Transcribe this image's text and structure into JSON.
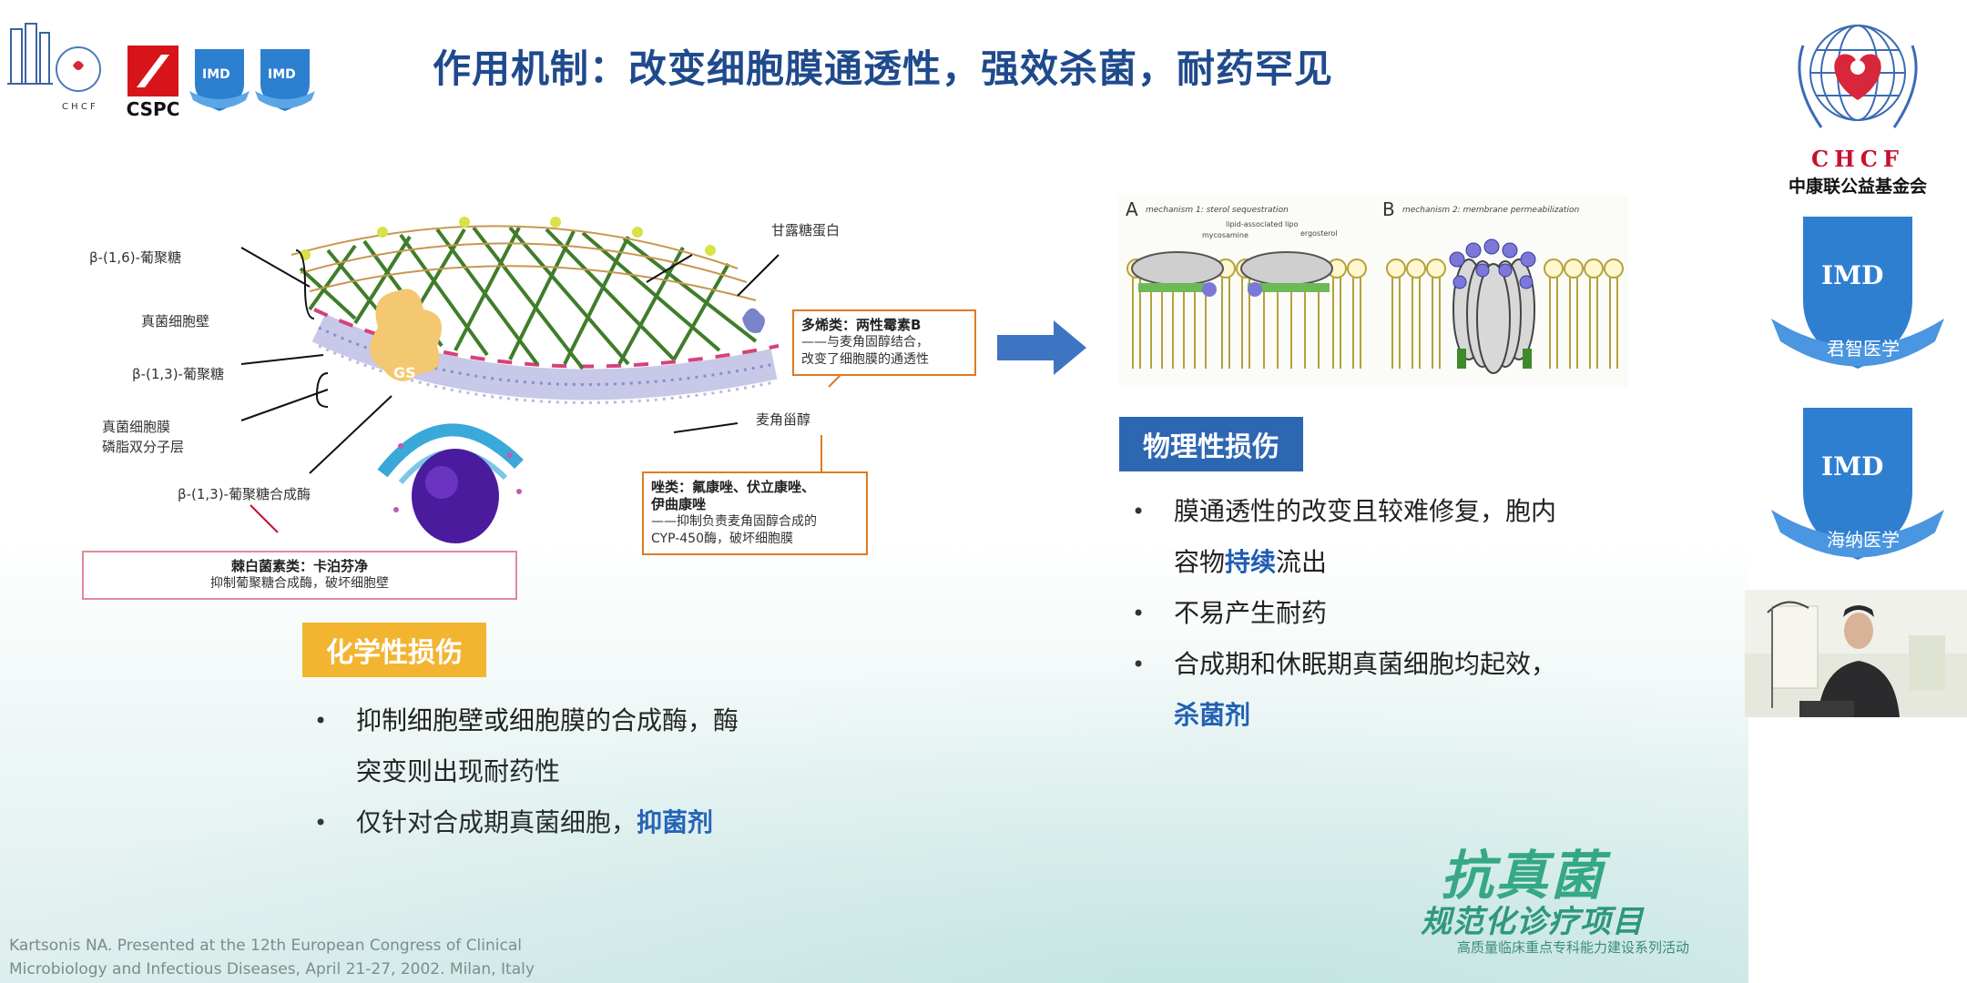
{
  "title": "作用机制：改变细胞膜通透性，强效杀菌，耐药罕见",
  "top_logos": {
    "chcf_small_caption": "C H C F",
    "cspc": "CSPC",
    "imd": "IMD"
  },
  "left_figure": {
    "labels": {
      "b16": "β-(1,6)-葡聚糖",
      "cell_wall": "真菌细胞壁",
      "b13": "β-(1,3)-葡聚糖",
      "membrane_1": "真菌细胞膜",
      "membrane_2": "磷脂双分子层",
      "synthase": "β-(1,3)-葡聚糖合成酶",
      "mannoprotein": "甘露糖蛋白",
      "ergosterol": "麦角甾醇",
      "gs": "GS"
    },
    "callout_polyene": {
      "head": "多烯类：两性霉素B",
      "line1": "——与麦角固醇结合，",
      "line2": "改变了细胞膜的通透性"
    },
    "callout_azole": {
      "head": "唑类：氟康唑、伏立康唑、",
      "head2": "伊曲康唑",
      "line1": "——抑制负责麦角固醇合成的",
      "line2": "CYP-450酶，破坏细胞膜"
    },
    "callout_echino": {
      "head": "棘白菌素类：卡泊芬净",
      "line1": "抑制葡聚糖合成酶，破坏细胞壁"
    }
  },
  "right_figure": {
    "panel_a_letter": "A",
    "panel_a_caption": "mechanism 1: sterol sequestration",
    "panel_b_letter": "B",
    "panel_b_caption": "mechanism 2: membrane permeabilization",
    "small_labels": [
      "mycosamine",
      "ergosterol",
      "lipid-associated lipo"
    ]
  },
  "chemical": {
    "tag": "化学性损伤",
    "bullet1_a": "抑制细胞壁或细胞膜的合成酶，酶",
    "bullet1_b": "突变则出现耐药性",
    "bullet2_a": "仅针对合成期真菌细胞，",
    "bullet2_hl": "抑菌剂"
  },
  "physical": {
    "tag": "物理性损伤",
    "bullet1_a": "膜通透性的改变且较难修复，胞内",
    "bullet1_b1": "容物",
    "bullet1_hl": "持续",
    "bullet1_b2": "流出",
    "bullet2": "不易产生耐药",
    "bullet3_a": "合成期和休眠期真菌细胞均起效，",
    "bullet3_hl": "杀菌剂"
  },
  "brand": {
    "big": "抗真菌",
    "mid": "规范化诊疗项目",
    "small": "高质量临床重点专科能力建设系列活动"
  },
  "citation": {
    "line1": "Kartsonis NA. Presented at the 12th European Congress of Clinical",
    "line2": "Microbiology and Infectious Diseases, April 21-27, 2002. Milan, Italy"
  },
  "right_panel": {
    "chcf": "CHCF",
    "chcf_cn": "中康联公益基金会",
    "shield1_text": "IMD",
    "shield1_ribbon": "君智医学",
    "shield2_text": "IMD",
    "shield2_ribbon": "海纳医学"
  },
  "colors": {
    "title_blue": "#1f4a8c",
    "chem_tag": "#f2b431",
    "phys_tag": "#2e67b1",
    "highlight_blue": "#1f5bb5",
    "chcf_red": "#c9102f",
    "brand_green": "#2aa27c"
  }
}
